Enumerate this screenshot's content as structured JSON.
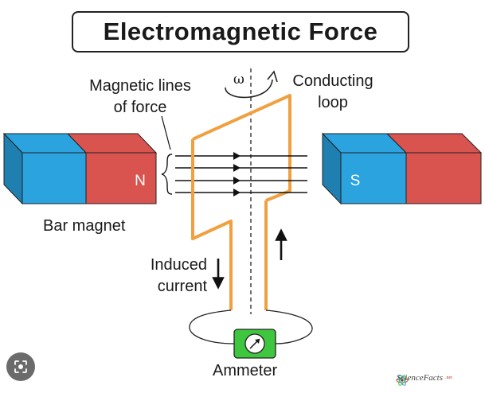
{
  "title": "Electromagnetic Force",
  "labels": {
    "field_lines_line1": "Magnetic lines",
    "field_lines_line2": "of force",
    "omega": "ω",
    "loop_line1": "Conducting",
    "loop_line2": "loop",
    "bar_magnet": "Bar magnet",
    "current_line1": "Induced",
    "current_line2": "current",
    "ammeter": "Ammeter"
  },
  "magnets": {
    "north_pole": "N",
    "south_pole": "S"
  },
  "brand": {
    "name": "ScienceFacts",
    "tld": ".net"
  },
  "icons": {
    "lens": "image-search-icon",
    "brand": "atom-icon",
    "meter": "gauge-icon"
  },
  "colors": {
    "north_red": "#d9534f",
    "south_blue": "#2aa3df",
    "loop_orange": "#f0a040",
    "ammeter_green": "#3ec63e"
  }
}
